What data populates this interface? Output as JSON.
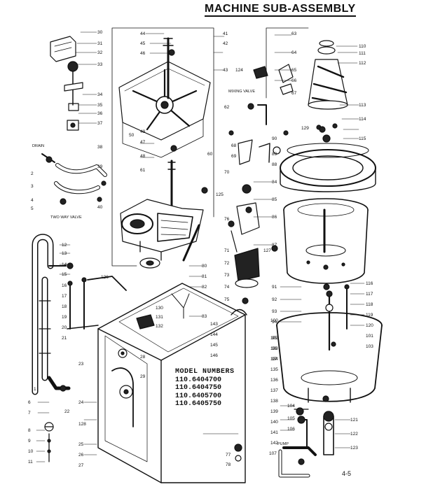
{
  "title": "MACHINE SUB-ASSEMBLY",
  "model_block": {
    "heading": "MODEL NUMBERS",
    "models": [
      "110.6404700",
      "110.6404750",
      "110.6405700",
      "110.6405750"
    ]
  },
  "page_number": "4-5",
  "part_tags": {
    "drain": "DRAIN",
    "two_way_valve": "TWO WAY VALVE",
    "mixing_valve": "MIXING VALVE",
    "pump": "PUMP"
  },
  "callouts": {
    "c30": "30",
    "c31": "31",
    "c32": "32",
    "c33": "33",
    "c34": "34",
    "c35": "35",
    "c36": "36",
    "c37": "37",
    "c38": "38",
    "c39": "39",
    "c40": "40",
    "c41": "41",
    "c42": "42",
    "c43": "43",
    "c44": "44",
    "c45": "45",
    "c46": "46",
    "c47": "47",
    "c48": "48",
    "c49": "49",
    "c50": "50",
    "c60": "60",
    "c61": "61",
    "c62": "62",
    "c63": "63",
    "c64": "64",
    "c65": "65",
    "c66": "66",
    "c67": "67",
    "c68": "68",
    "c69": "69",
    "c70": "70",
    "c71": "71",
    "c72": "72",
    "c73": "73",
    "c74": "74",
    "c75": "75",
    "c76": "76",
    "c77": "77",
    "c78": "78",
    "c80": "80",
    "c81": "81",
    "c82": "82",
    "c83": "83",
    "c84": "84",
    "c85": "85",
    "c86": "86",
    "c87": "87",
    "c88": "88",
    "c89": "89",
    "c90": "90",
    "c91": "91",
    "c92": "92",
    "c93": "93",
    "c94": "94",
    "c95": "95",
    "c96": "96",
    "c97": "97",
    "c100": "100",
    "c101": "101",
    "c102": "102",
    "c103": "103",
    "c104": "104",
    "c105": "105",
    "c106": "106",
    "c107": "107",
    "c110": "110",
    "c111": "111",
    "c112": "112",
    "c113": "113",
    "c114": "114",
    "c115": "115",
    "c116": "116",
    "c117": "117",
    "c118": "118",
    "c119": "119",
    "c120": "120",
    "c121": "121",
    "c122": "122",
    "c123": "123",
    "c124": "124",
    "c125": "125",
    "c126": "126",
    "c127": "127",
    "c128": "128",
    "c129": "129",
    "c130": "130",
    "c131": "131",
    "c132": "132",
    "c133": "133",
    "c134": "134",
    "c135": "135",
    "c136": "136",
    "c137": "137",
    "c138": "138",
    "c139": "139",
    "c140": "140",
    "c141": "141",
    "c142": "142",
    "c143": "143",
    "c144": "144",
    "c145": "145",
    "c146": "146",
    "c1": "1",
    "c2": "2",
    "c3": "3",
    "c4": "4",
    "c5": "5",
    "c6": "6",
    "c7": "7",
    "c8": "8",
    "c9": "9",
    "c10": "10",
    "c11": "11",
    "c12": "12",
    "c13": "13",
    "c14": "14",
    "c15": "15",
    "c16": "16",
    "c17": "17",
    "c18": "18",
    "c19": "19",
    "c20": "20",
    "c21": "21",
    "c22": "22",
    "c23": "23",
    "c24": "24",
    "c25": "25",
    "c26": "26",
    "c27": "27",
    "c28": "28",
    "c29": "29"
  },
  "colors": {
    "ink": "#111111",
    "paper": "#ffffff"
  }
}
